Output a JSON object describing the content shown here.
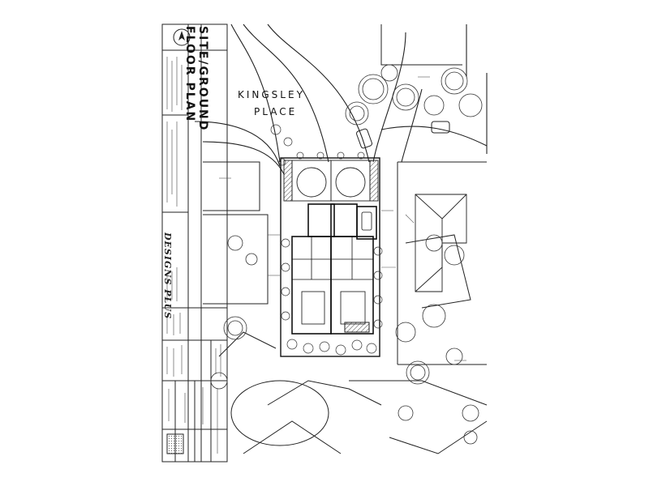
{
  "site_label": {
    "line1": "KINGSLEY",
    "line2": "PLACE"
  },
  "title_block": {
    "line1": "SITE/GROUND",
    "line2": "FLOOR PLAN"
  },
  "firm_name": "DESIGNS PLUS",
  "colors": {
    "ink": "#1a1a1a",
    "paper": "#ffffff",
    "hatch": "#555555"
  }
}
